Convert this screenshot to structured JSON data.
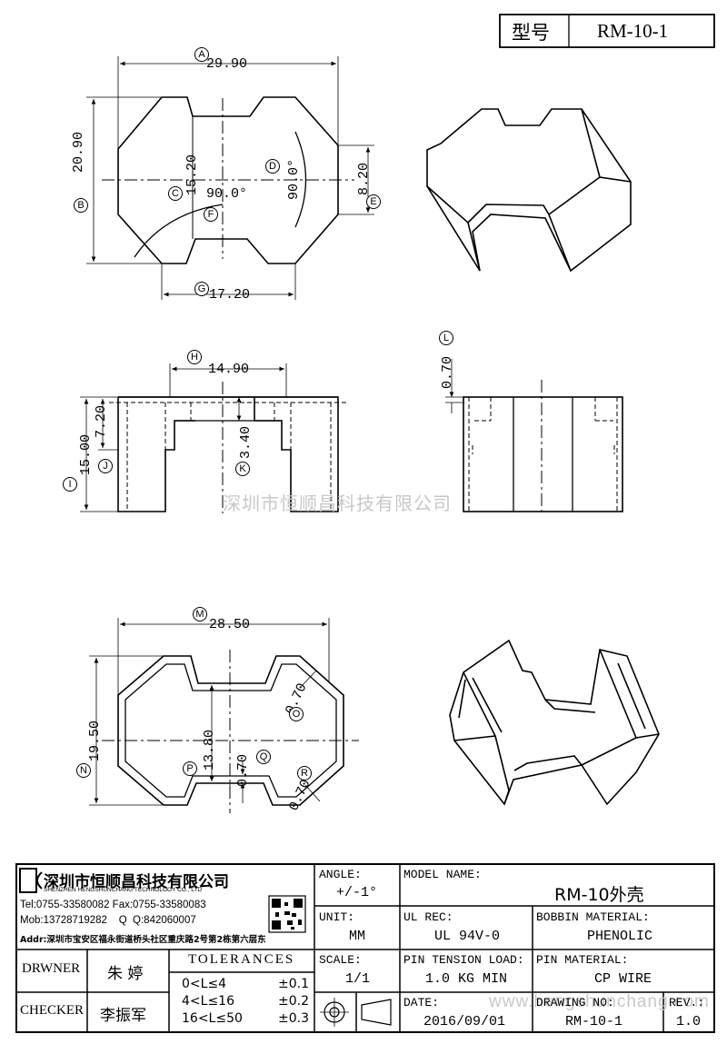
{
  "header": {
    "type_label": "型号",
    "type_value": "RM-10-1"
  },
  "dimensions": {
    "A": "29.90",
    "B": "20.90",
    "C": "15.20",
    "D": "90.0°",
    "E": "8.20",
    "F": "90.0°",
    "G": "17.20",
    "H": "14.90",
    "I": "15.00",
    "J": "7.20",
    "K": "3.40",
    "L": "0.70",
    "M": "28.50",
    "N": "19.50",
    "O": "0.70",
    "P": "13.80",
    "Q": "0.70",
    "R": "0.70"
  },
  "markers": [
    "A",
    "B",
    "C",
    "D",
    "E",
    "F",
    "G",
    "H",
    "I",
    "J",
    "K",
    "L",
    "M",
    "N",
    "O",
    "P",
    "Q",
    "R"
  ],
  "watermark": "深圳市恒顺昌科技有限公司",
  "watermark_url": "www.hengshunchang.com",
  "company": {
    "name_cn": "深圳市恒顺昌科技有限公司",
    "name_en": "SHENZHEN HENGSHUNCHANG TECHNOLOGY CO., LTD",
    "tel_fax": "Tel:0755-33580082 Fax:0755-33580083",
    "mob_qq": "Mob:13728719282    Q  Q:842060007",
    "addr": "Addr:深圳市宝安区福永街道桥头社区重庆路2号第2栋第六层东"
  },
  "title_block": {
    "angle_label": "ANGLE:",
    "angle_value": "+/-1°",
    "model_label": "MODEL NAME:",
    "model_value": "RM-10外壳",
    "unit_label": "UNIT:",
    "unit_value": "MM",
    "ul_label": "UL REC:",
    "ul_value": "UL 94V-0",
    "bobbin_label": "BOBBIN MATERIAL:",
    "bobbin_value": "PHENOLIC",
    "drawer_label": "DRWNER",
    "drawer_value": "朱 婷",
    "tolerances_label": "TOLERANCES",
    "tol_rows": [
      {
        "range": "0<L≤4",
        "tol": "±0.1"
      },
      {
        "range": "4<L≤16",
        "tol": "±0.2"
      },
      {
        "range": "16<L≤50",
        "tol": "±0.3"
      }
    ],
    "scale_label": "SCALE:",
    "scale_value": "1/1",
    "pin_tension_label": "PIN TENSION LOAD:",
    "pin_tension_value": "1.0 KG MIN",
    "pin_material_label": "PIN MATERIAL:",
    "pin_material_value": "CP WIRE",
    "checker_label": "CHECKER",
    "checker_value": "李振军",
    "date_label": "DATE:",
    "date_value": "2016/09/01",
    "drawing_no_label": "DRAWING NO:",
    "drawing_no_value": "RM-10-1",
    "rev_label": "REV.:",
    "rev_value": "1.0"
  }
}
